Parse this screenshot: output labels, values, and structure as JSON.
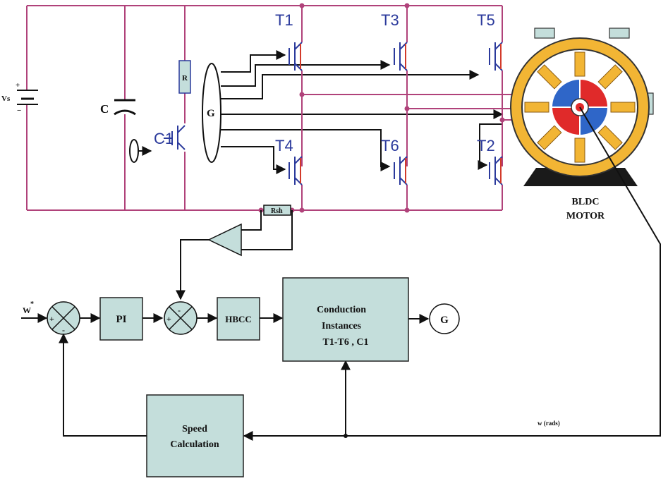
{
  "labels": {
    "vs": "Vs",
    "vs_plus": "+",
    "vs_minus": "−",
    "capacitor": "C",
    "resistor": "R",
    "chopper_switch": "C1",
    "gate_bus": "G",
    "rsh": "Rsh",
    "t1": "T1",
    "t3": "T3",
    "t5": "T5",
    "t4": "T4",
    "t6": "T6",
    "t2": "T2",
    "motor_line1": "BLDC",
    "motor_line2": "MOTOR",
    "w_ref": "W",
    "w_ref_sup": "*",
    "speed_feedback": "w (rads)"
  },
  "blocks": {
    "pi": "PI",
    "hbcc": "HBCC",
    "conduction_line1": "Conduction",
    "conduction_line2": "Instances",
    "conduction_line3": "T1-T6 , C1",
    "g_out": "G",
    "speed_line1": "Speed",
    "speed_line2": "Calculation"
  },
  "sum1": {
    "plus": "+",
    "minus": "-"
  },
  "sum2": {
    "plus": "+",
    "minus": "-"
  },
  "colors": {
    "rail": "#b0427a",
    "device": "#2b3a9c",
    "block_fill": "#c4dedb",
    "motor_ring": "#f2b534",
    "motor_red": "#e02a2a",
    "motor_blue": "#2f66c8"
  }
}
